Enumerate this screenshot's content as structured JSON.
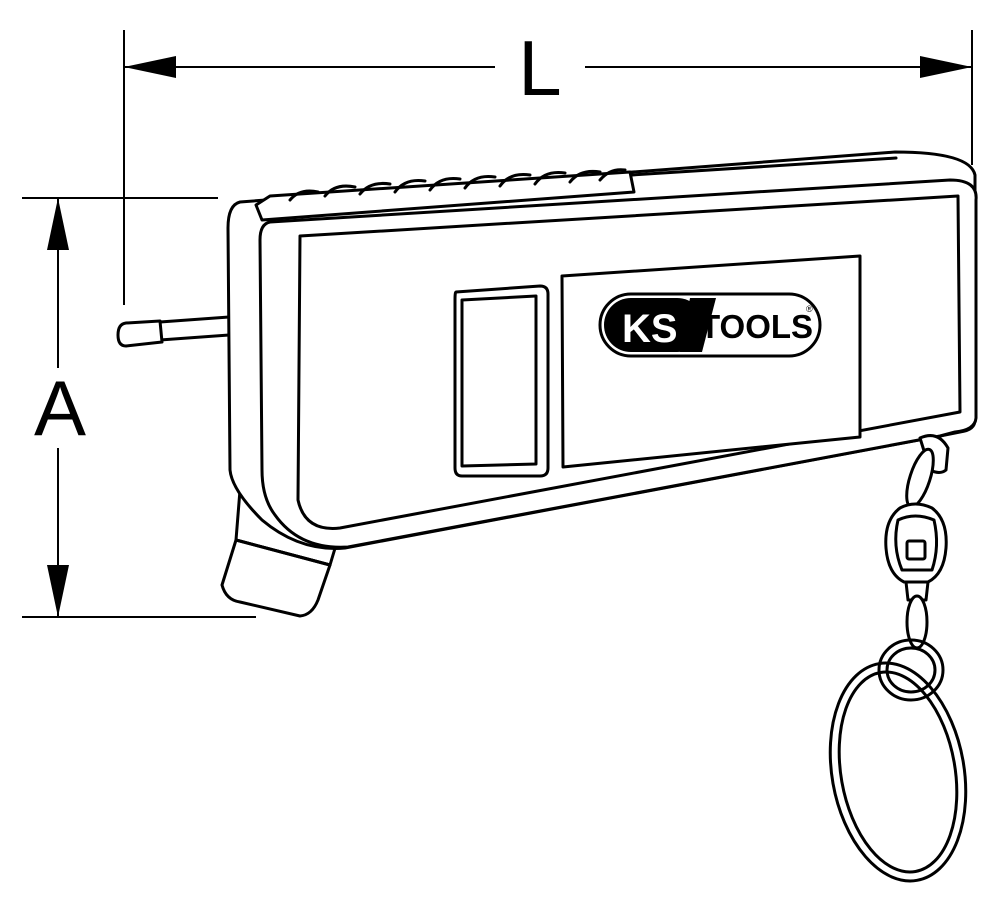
{
  "dimensions": {
    "length_label": "L",
    "height_label": "A"
  },
  "brand": {
    "ks": "KS",
    "tools": "TOOLS",
    "registered": "®"
  },
  "colors": {
    "line": "#000000",
    "background": "#ffffff",
    "logo_dark": "#000000"
  }
}
